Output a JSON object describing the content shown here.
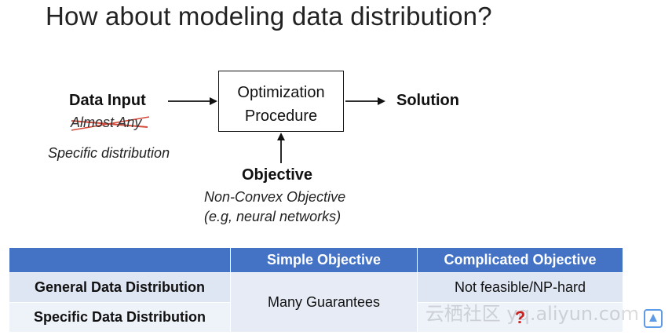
{
  "title": "How about modeling data distribution?",
  "diagram": {
    "data_input": "Data Input",
    "strikethrough_text": "Almost Any",
    "specific_distribution": "Specific distribution",
    "optimization_line1": "Optimization",
    "optimization_line2": "Procedure",
    "solution": "Solution",
    "objective": "Objective",
    "nonconvex_line1": "Non-Convex Objective",
    "nonconvex_line2": "(e.g, neural networks)"
  },
  "table": {
    "headers": [
      "",
      "Simple Objective",
      "Complicated Objective"
    ],
    "rows": [
      {
        "label": "General Data Distribution",
        "simple": "Many Guarantees",
        "complicated": "Not feasible/NP-hard"
      },
      {
        "label": "Specific Data Distribution",
        "complicated": "?"
      }
    ]
  },
  "watermark": "云栖社区 yq.aliyun.com",
  "colors": {
    "header_bg": "#4472c4",
    "row_bg_1": "#dfe6f3",
    "row_bg_2": "#eef2f9",
    "strike": "#d64a3a",
    "question": "#d02020"
  }
}
